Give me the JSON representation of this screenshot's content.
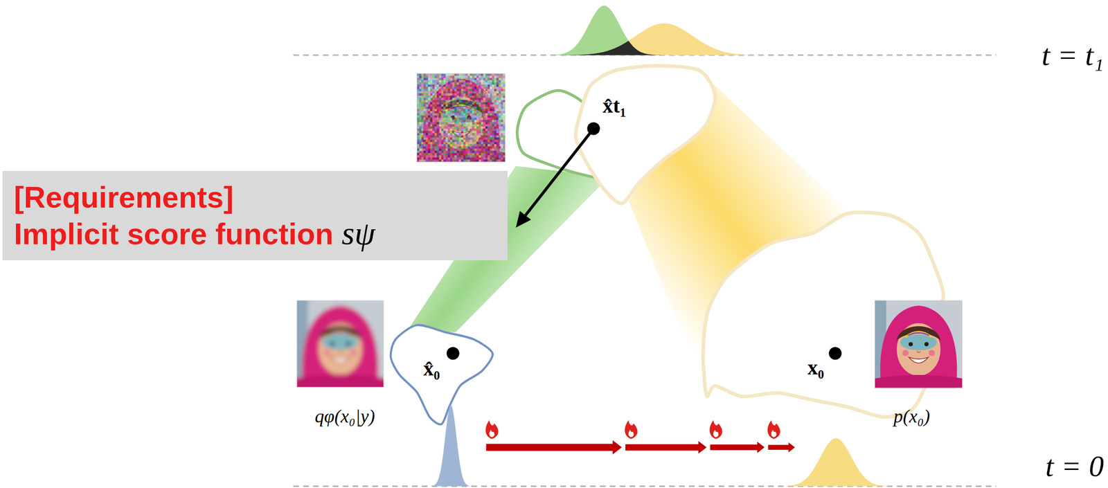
{
  "diagram": {
    "nodes": [
      {
        "text": [
          "[Requirements]",
          "Implicit score function",
          "sψ"
        ]
      }
    ],
    "labels": [
      "t = t₁",
      "x̂t₁",
      "x̂₀",
      "qφ(x₀|y)",
      "x₀",
      "p(x₀)",
      "t = 0"
    ]
  }
}
